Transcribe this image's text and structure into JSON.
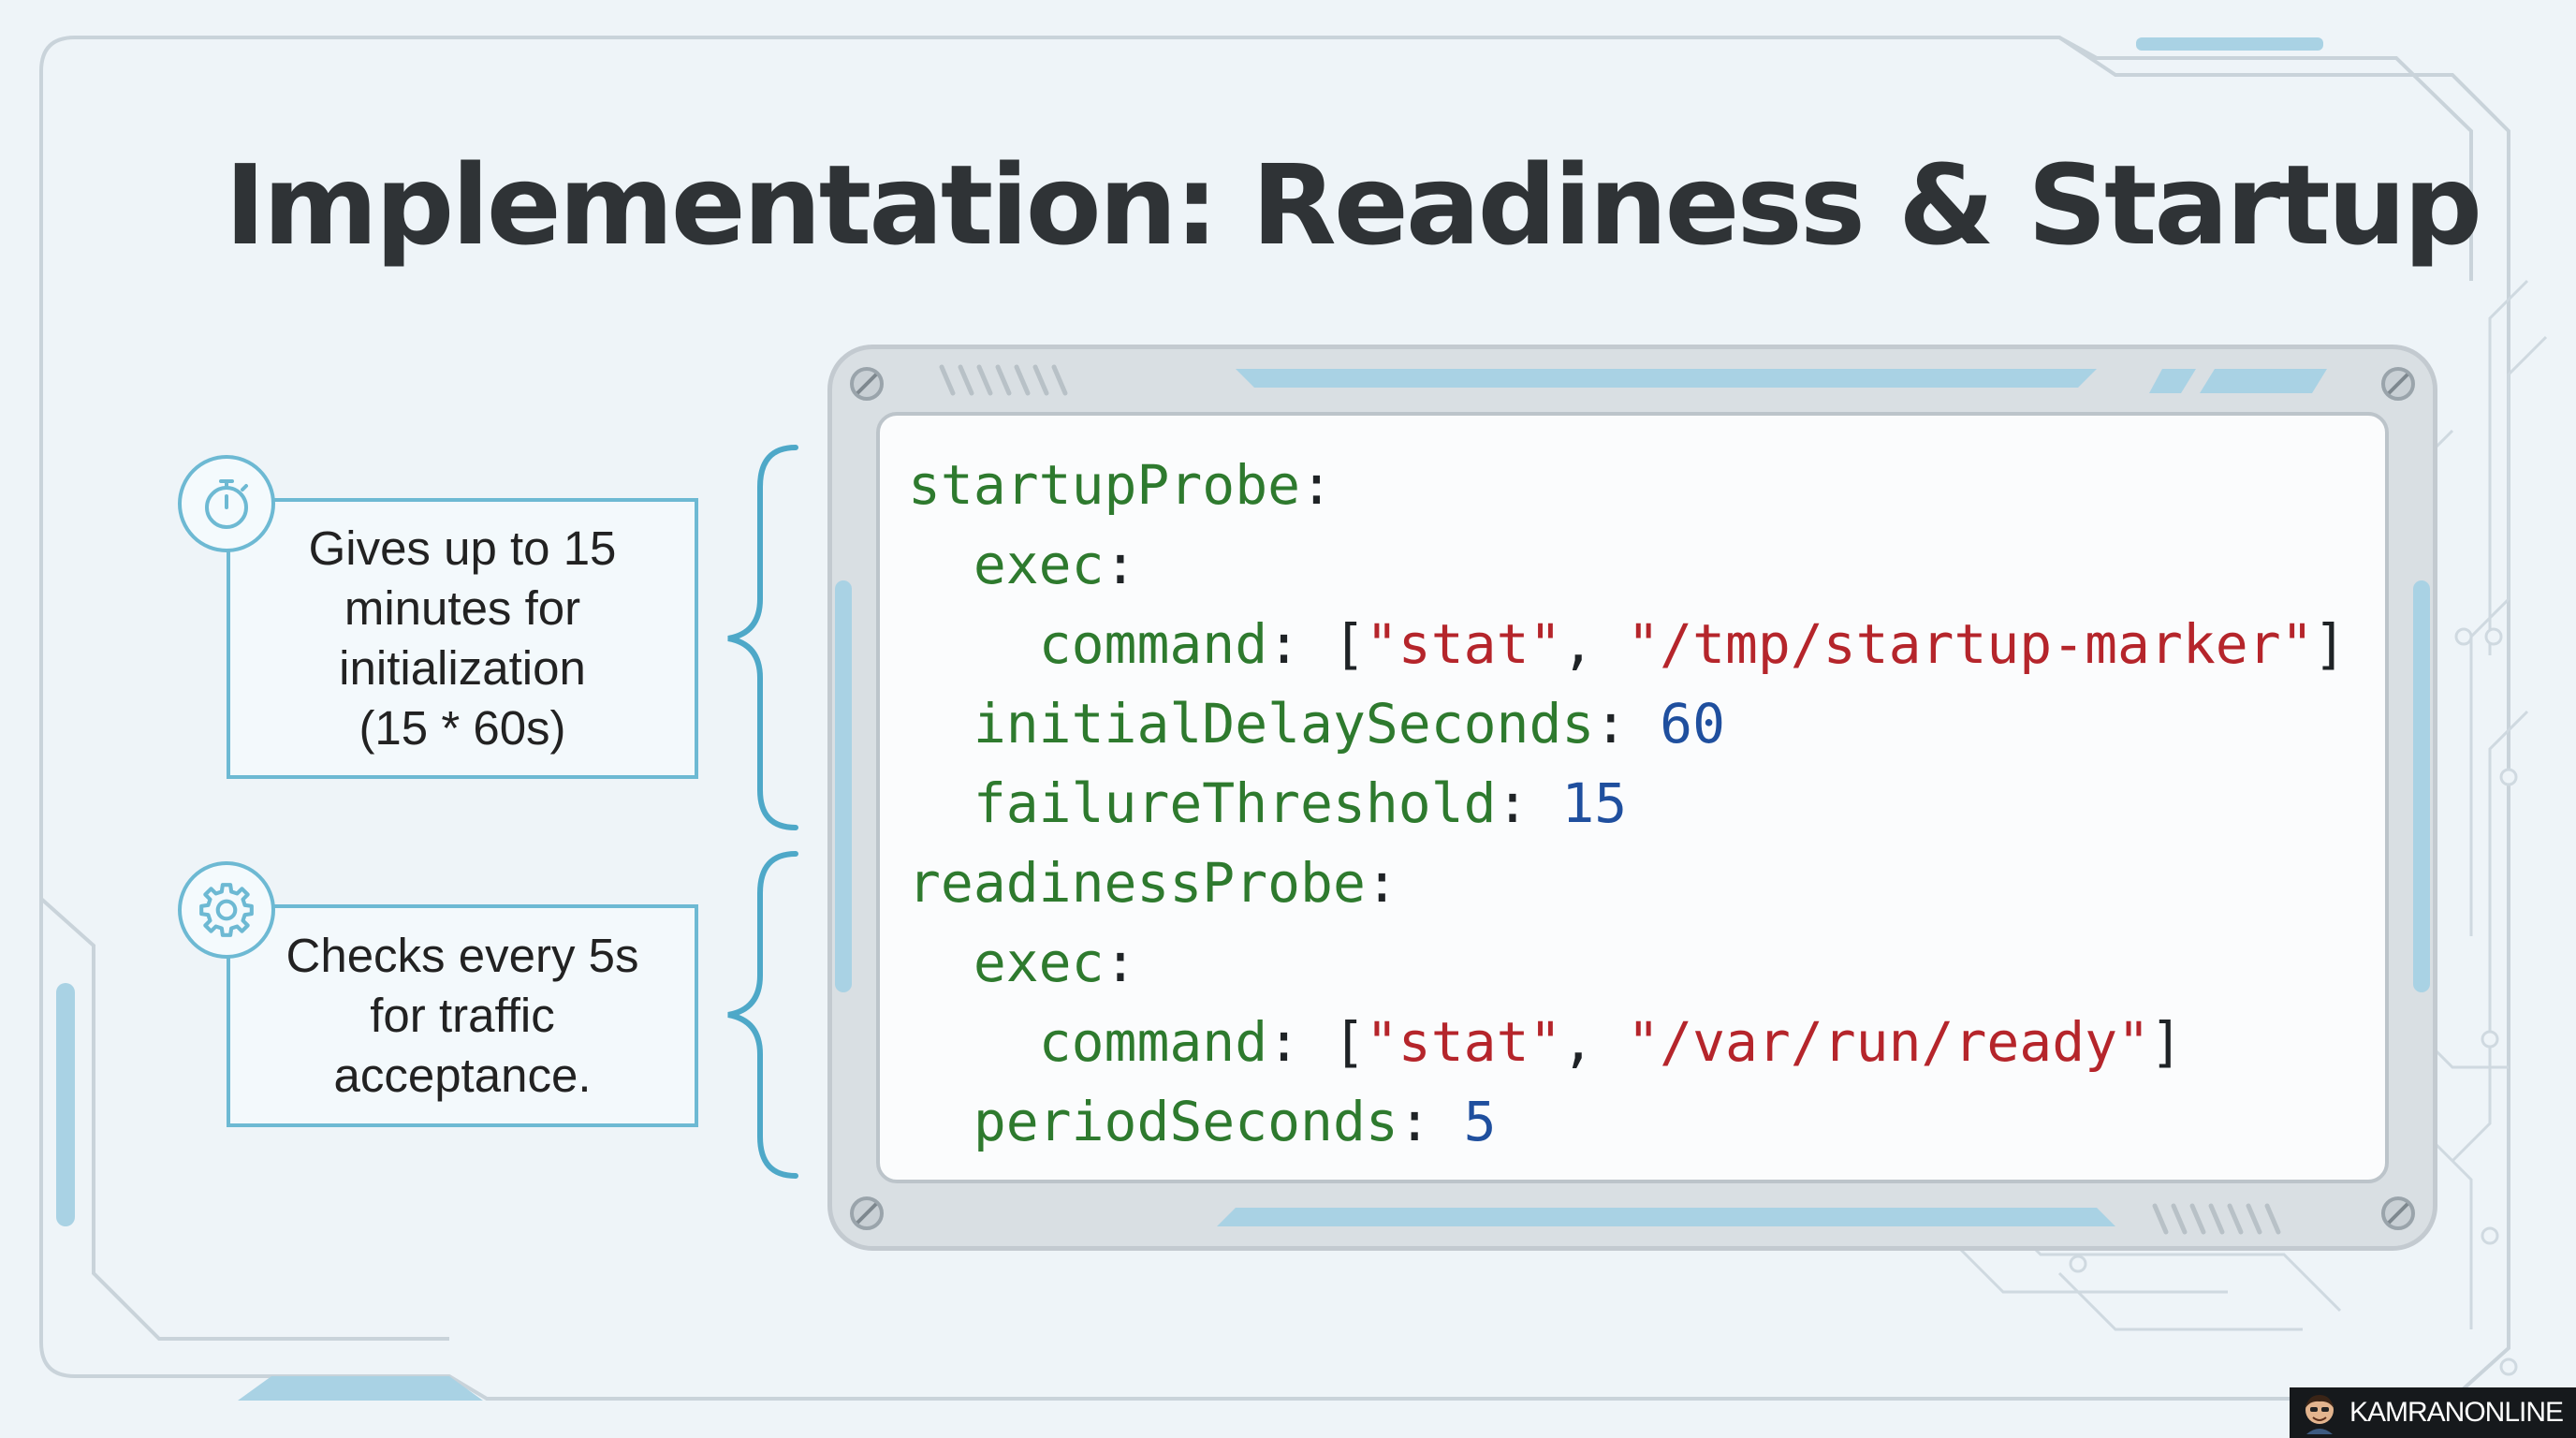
{
  "slide": {
    "title": "Implementation: Readiness & Startup"
  },
  "notes": [
    {
      "icon": "stopwatch-icon",
      "text": "Gives up to 15\nminutes for\ninitialization\n(15 * 60s)"
    },
    {
      "icon": "gear-icon",
      "text": "Checks every 5s\nfor traffic\nacceptance."
    }
  ],
  "code": {
    "lines": [
      {
        "indent": "",
        "key": "startupProbe",
        "colon": ":"
      },
      {
        "indent": "  ",
        "key": "exec",
        "colon": ":"
      },
      {
        "indent": "    ",
        "key": "command",
        "colon": ": ",
        "open": "[",
        "s1": "\"stat\"",
        "sep": ", ",
        "s2": "\"/tmp/startup-marker\"",
        "close": "]"
      },
      {
        "indent": "  ",
        "key": "initialDelaySeconds",
        "colon": ": ",
        "num": "60"
      },
      {
        "indent": "  ",
        "key": "failureThreshold",
        "colon": ": ",
        "num": "15"
      },
      {
        "indent": "",
        "key": "readinessProbe",
        "colon": ":"
      },
      {
        "indent": "  ",
        "key": "exec",
        "colon": ":"
      },
      {
        "indent": "    ",
        "key": "command",
        "colon": ": ",
        "open": "[",
        "s1": "\"stat\"",
        "sep": ", ",
        "s2": "\"/var/run/ready\"",
        "close": "]"
      },
      {
        "indent": "  ",
        "key": "periodSeconds",
        "colon": ": ",
        "num": "5"
      }
    ]
  },
  "watermark": {
    "text": "KAMRANONLINE",
    "icon": "avatar-icon"
  },
  "colors": {
    "accent": "#6db9d3",
    "key": "#2e7a2e",
    "string": "#b5252b",
    "number": "#1f4f9e",
    "title": "#2f3336"
  }
}
